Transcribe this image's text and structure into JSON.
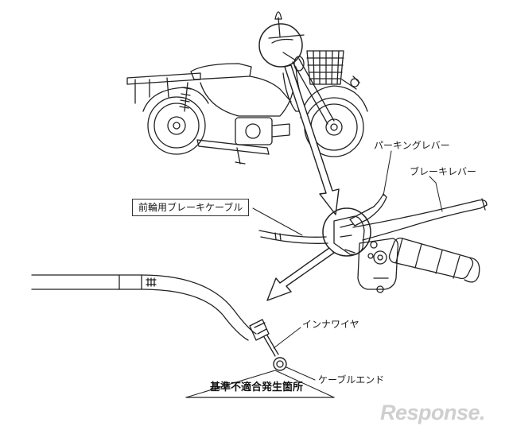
{
  "labels": {
    "parking_lever": "パーキングレバー",
    "brake_lever": "ブレーキレバー",
    "front_brake_cable": "前輪用ブレーキケーブル",
    "inner_wire": "インナワイヤ",
    "cable_end": "ケーブルエンド",
    "defect_location": "基準不適合発生箇所"
  },
  "watermark": "Response.",
  "colors": {
    "line": "#222222",
    "watermark": "#cfcfcf"
  }
}
